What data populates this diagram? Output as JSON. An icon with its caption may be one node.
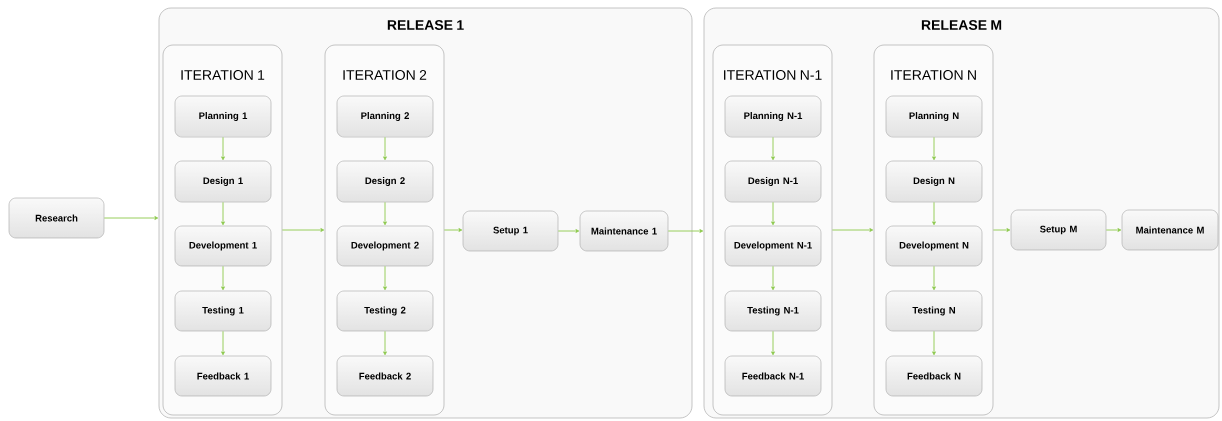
{
  "diagram": {
    "nodes": [
      {
        "text": [
          "Research"
        ]
      },
      {
        "text": [
          "RELEASE 1"
        ]
      },
      {
        "text": [
          "ITERATION 1"
        ],
        "in": 1
      },
      {
        "text": [
          "Planning 1"
        ],
        "in": 2
      },
      {
        "text": [
          "Design 1"
        ],
        "in": 2
      },
      {
        "text": [
          "Development 1"
        ],
        "in": 2
      },
      {
        "text": [
          "Testing 1"
        ],
        "in": 2
      },
      {
        "text": [
          "Feedback 1"
        ],
        "in": 2
      },
      {
        "text": [
          "ITERATION 2"
        ],
        "in": 1
      },
      {
        "text": [
          "Planning 2"
        ],
        "in": 8
      },
      {
        "text": [
          "Design 2"
        ],
        "in": 8
      },
      {
        "text": [
          "Development 2"
        ],
        "in": 8
      },
      {
        "text": [
          "Testing 2"
        ],
        "in": 8
      },
      {
        "text": [
          "Feedback 2"
        ],
        "in": 8
      },
      {
        "text": [
          "Setup 1"
        ],
        "in": 1
      },
      {
        "text": [
          "Maintenance 1"
        ],
        "in": 1
      },
      {
        "text": [
          "RELEASE M"
        ]
      },
      {
        "text": [
          "ITERATION N-1"
        ],
        "in": 16
      },
      {
        "text": [
          "Planning N-1"
        ],
        "in": 17
      },
      {
        "text": [
          "Design N-1"
        ],
        "in": 17
      },
      {
        "text": [
          "Development N-1"
        ],
        "in": 17
      },
      {
        "text": [
          "Testing N-1"
        ],
        "in": 17
      },
      {
        "text": [
          "Feedback N-1"
        ],
        "in": 17
      },
      {
        "text": [
          "ITERATION N"
        ],
        "in": 16
      },
      {
        "text": [
          "Planning N"
        ],
        "in": 23
      },
      {
        "text": [
          "Design N"
        ],
        "in": 23
      },
      {
        "text": [
          "Development N"
        ],
        "in": 23
      },
      {
        "text": [
          "Testing N"
        ],
        "in": 23
      },
      {
        "text": [
          "Feedback N"
        ],
        "in": 23
      },
      {
        "text": [
          "Setup M"
        ],
        "in": 16
      },
      {
        "text": [
          "Maintenance M"
        ],
        "in": 16
      }
    ],
    "edges": [
      {
        "from": 0,
        "to": 1,
        "arrow": "to"
      },
      {
        "from": 3,
        "to": 4,
        "arrow": "to"
      },
      {
        "from": 4,
        "to": 5,
        "arrow": "to"
      },
      {
        "from": 5,
        "to": 6,
        "arrow": "to"
      },
      {
        "from": 6,
        "to": 7,
        "arrow": "to"
      },
      {
        "from": 2,
        "to": 8,
        "arrow": "to"
      },
      {
        "from": 9,
        "to": 10,
        "arrow": "to"
      },
      {
        "from": 10,
        "to": 11,
        "arrow": "to"
      },
      {
        "from": 11,
        "to": 12,
        "arrow": "to"
      },
      {
        "from": 12,
        "to": 13,
        "arrow": "to"
      },
      {
        "from": 8,
        "to": 14,
        "arrow": "to"
      },
      {
        "from": 14,
        "to": 15,
        "arrow": "to"
      },
      {
        "from": 15,
        "to": 16,
        "arrow": "to"
      },
      {
        "from": 18,
        "to": 19,
        "arrow": "to"
      },
      {
        "from": 19,
        "to": 20,
        "arrow": "to"
      },
      {
        "from": 20,
        "to": 21,
        "arrow": "to"
      },
      {
        "from": 21,
        "to": 22,
        "arrow": "to"
      },
      {
        "from": 17,
        "to": 23,
        "arrow": "to"
      },
      {
        "from": 24,
        "to": 25,
        "arrow": "to"
      },
      {
        "from": 25,
        "to": 26,
        "arrow": "to"
      },
      {
        "from": 26,
        "to": 27,
        "arrow": "to"
      },
      {
        "from": 27,
        "to": 28,
        "arrow": "to"
      },
      {
        "from": 23,
        "to": 29,
        "arrow": "to"
      },
      {
        "from": 29,
        "to": 30,
        "arrow": "to"
      }
    ]
  }
}
